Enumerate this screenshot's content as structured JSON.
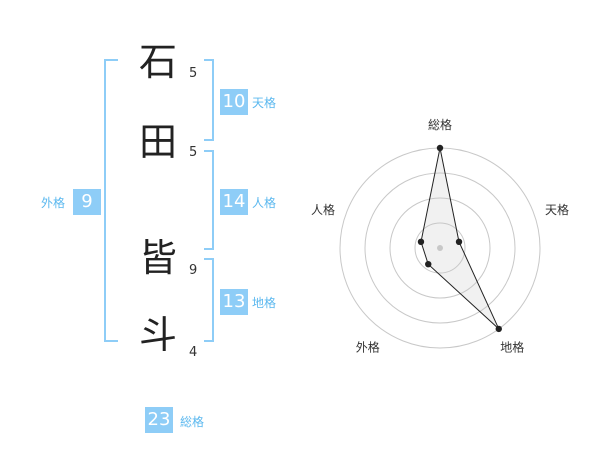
{
  "name": {
    "chars": [
      {
        "char": "石",
        "strokes": "5"
      },
      {
        "char": "田",
        "strokes": "5"
      },
      {
        "char": "皆",
        "strokes": "9"
      },
      {
        "char": "斗",
        "strokes": "4"
      }
    ]
  },
  "kaku": {
    "tenkaku": {
      "value": "10",
      "label": "天格"
    },
    "jinkaku": {
      "value": "14",
      "label": "人格"
    },
    "chikaku": {
      "value": "13",
      "label": "地格"
    },
    "gaikaku": {
      "value": "9",
      "label": "外格"
    },
    "soukaku": {
      "value": "23",
      "label": "総格"
    }
  },
  "chart_data": {
    "type": "radar",
    "axes": [
      "総格",
      "天格",
      "地格",
      "外格",
      "人格"
    ],
    "values": [
      5,
      1,
      5,
      1,
      1
    ],
    "rmax": 5,
    "rings": 4,
    "grid": true
  }
}
